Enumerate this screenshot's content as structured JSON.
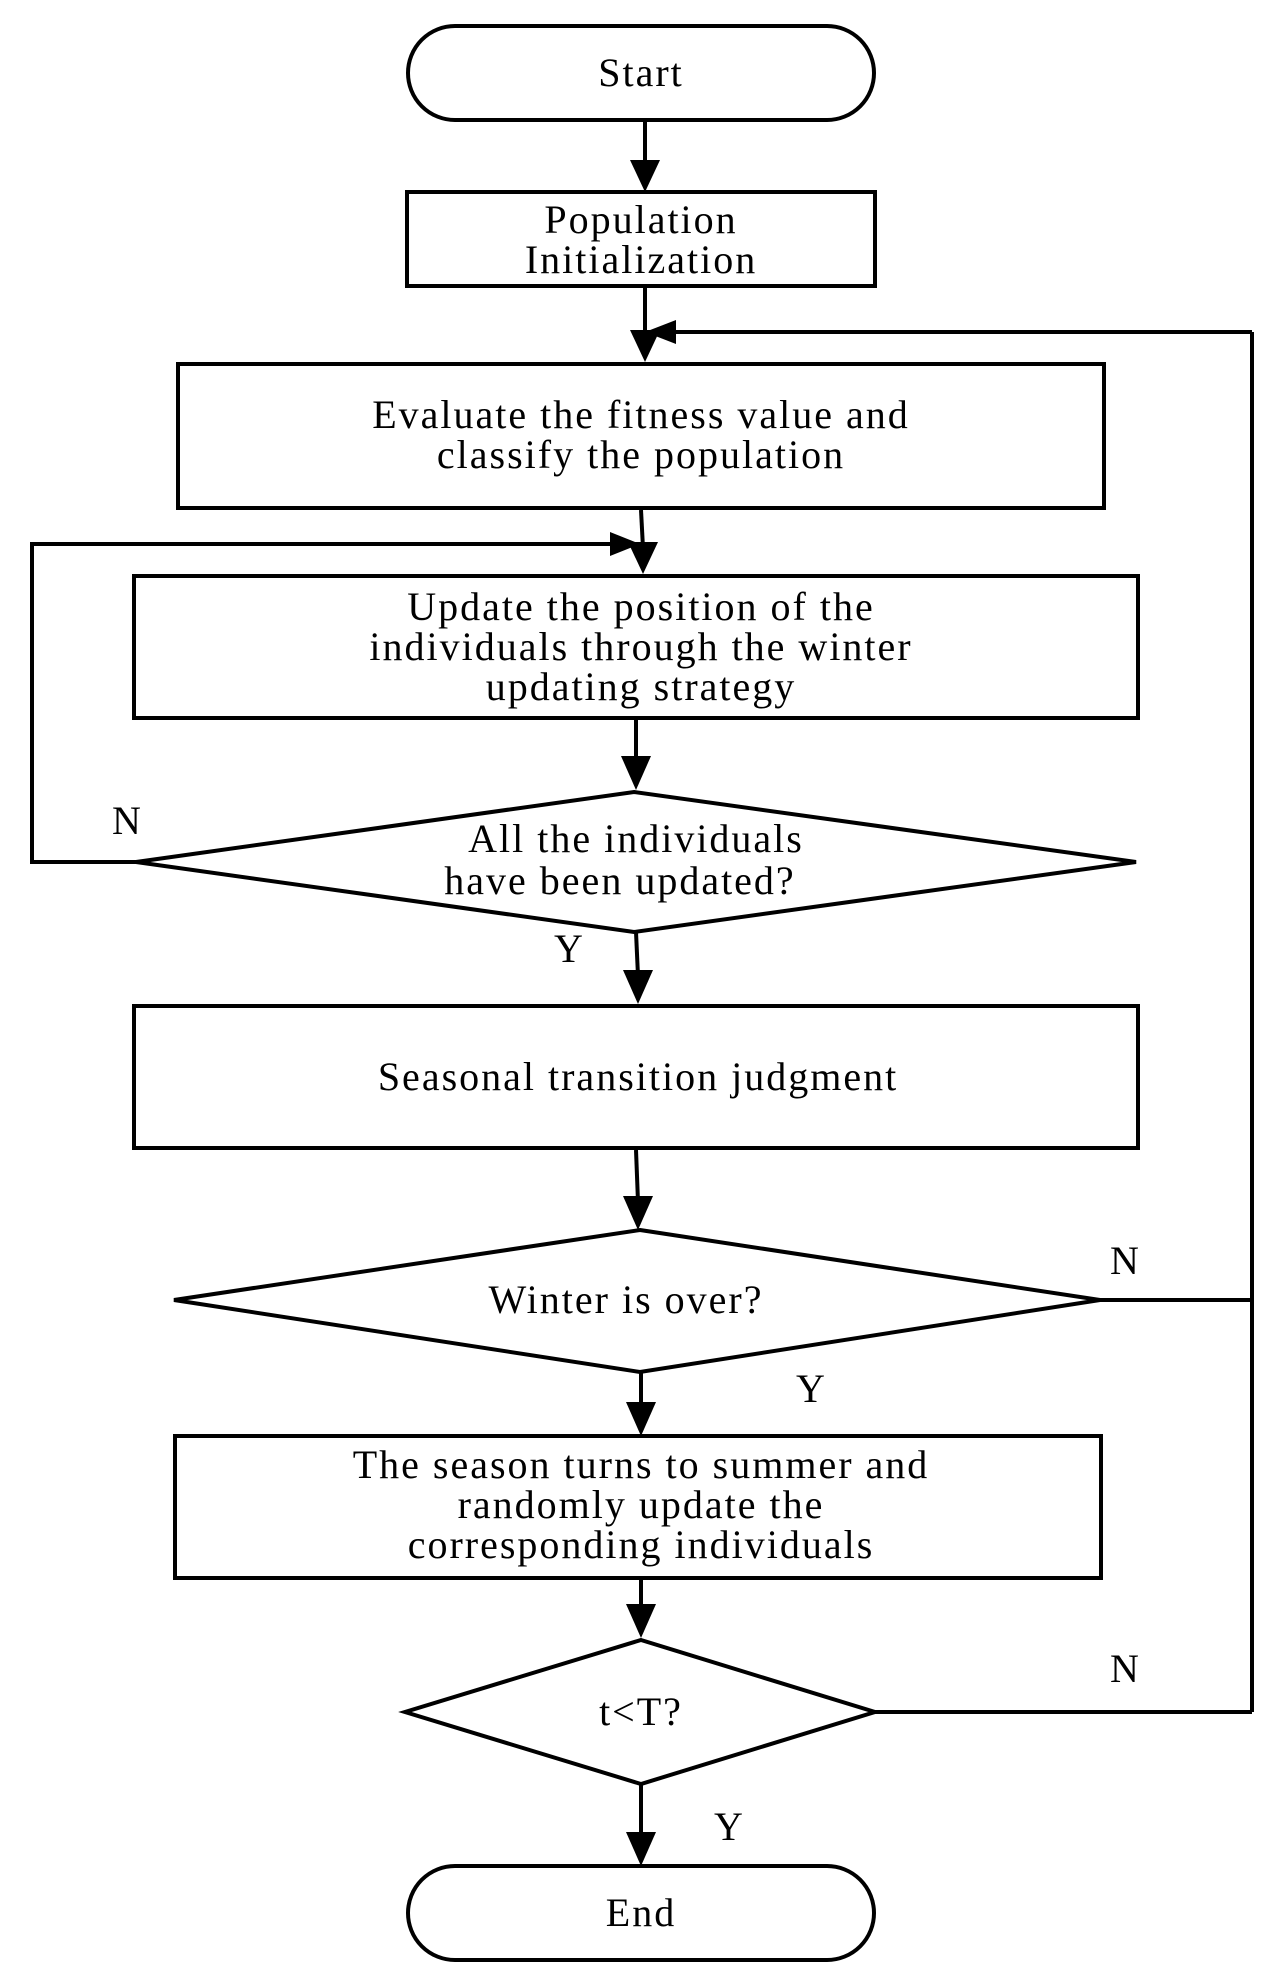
{
  "nodes": {
    "start": {
      "label": "Start"
    },
    "init": {
      "lines": [
        "Population",
        "Initialization"
      ]
    },
    "evaluate": {
      "lines": [
        "Evaluate the fitness value and",
        "classify the population"
      ]
    },
    "winter_update": {
      "lines": [
        "Update the position of the",
        "individuals through the winter",
        "updating strategy"
      ]
    },
    "all_updated": {
      "lines": [
        "All the individuals",
        "have been updated?"
      ]
    },
    "seasonal": {
      "label": "Seasonal transition judgment"
    },
    "winter_over": {
      "label": "Winter is over?"
    },
    "summer": {
      "lines": [
        "The season turns to summer and",
        "randomly update the",
        "corresponding individuals"
      ]
    },
    "t_check": {
      "label": "t<T?"
    },
    "end": {
      "label": "End"
    }
  },
  "edge_labels": {
    "all_updated_no": "N",
    "all_updated_yes": "Y",
    "winter_over_no": "N",
    "winter_over_yes": "Y",
    "t_check_no": "N",
    "t_check_yes": "Y"
  },
  "colors": {
    "stroke": "#000000",
    "fill": "#ffffff"
  }
}
